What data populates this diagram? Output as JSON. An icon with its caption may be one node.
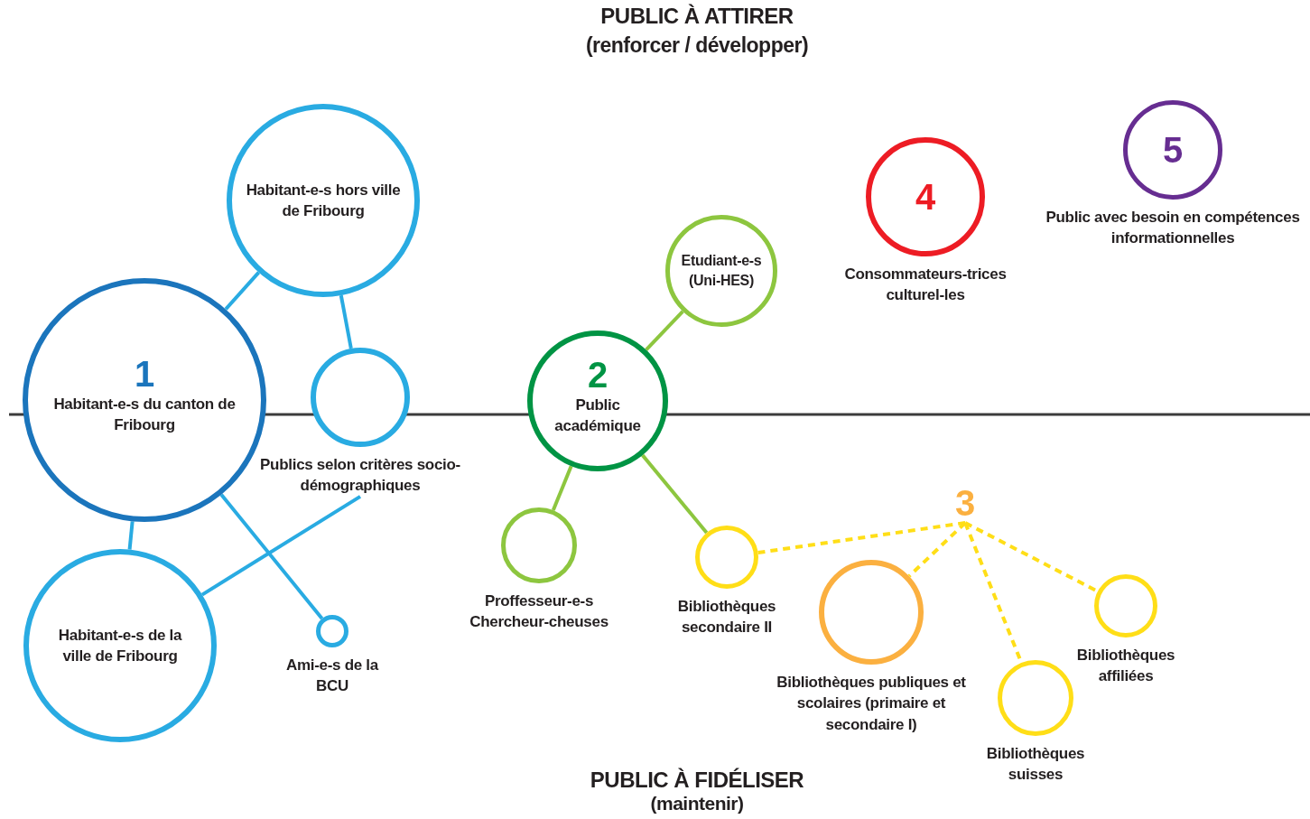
{
  "diagram": {
    "nodes": [
      {
        "text": [
          "1",
          "Habitant-e-s du canton de Fribourg"
        ]
      },
      {
        "text": [
          "Habitant-e-s hors ville de Fribourg"
        ]
      },
      {
        "text": [
          "Publics selon critères socio-démographiques"
        ]
      },
      {
        "text": [
          "Habitant-e-s de la ville de Fribourg"
        ]
      },
      {
        "text": [
          "Ami-e-s de la BCU"
        ]
      },
      {
        "text": [
          "2",
          "Public académique"
        ]
      },
      {
        "text": [
          "Etudiant-e-s (Uni-HES)"
        ]
      },
      {
        "text": [
          "Proffesseur-e-s Chercheur-cheuses"
        ]
      },
      {
        "text": [
          "Bibliothèques secondaire II"
        ]
      },
      {
        "text": [
          "3"
        ]
      },
      {
        "text": [
          "Bibliothèques publiques et scolaires (primaire et secondaire I)"
        ]
      },
      {
        "text": [
          "Bibliothèques suisses"
        ]
      },
      {
        "text": [
          "Bibliothèques affiliées"
        ]
      },
      {
        "text": [
          "4",
          "Consommateurs-trices culturel-les"
        ]
      },
      {
        "text": [
          "5",
          "Public avec besoin en compétences informationnelles"
        ]
      }
    ],
    "edges": [
      {
        "from": 0,
        "to": 1,
        "arrow": "none",
        "color": "#29abe2"
      },
      {
        "from": 1,
        "to": 2,
        "arrow": "none",
        "color": "#29abe2"
      },
      {
        "from": 0,
        "to": 3,
        "arrow": "none",
        "color": "#29abe2"
      },
      {
        "from": 0,
        "to": 4,
        "arrow": "none",
        "color": "#29abe2"
      },
      {
        "from": 3,
        "to": 2,
        "arrow": "none",
        "color": "#29abe2"
      },
      {
        "from": 5,
        "to": 6,
        "arrow": "none",
        "color": "#8dc63f"
      },
      {
        "from": 5,
        "to": 7,
        "arrow": "none",
        "color": "#8dc63f"
      },
      {
        "from": 5,
        "to": 8,
        "arrow": "none",
        "color": "#8dc63f"
      },
      {
        "from": 9,
        "to": 8,
        "arrow": "none",
        "style": "dashed",
        "color": "#ffde17"
      },
      {
        "from": 9,
        "to": 10,
        "arrow": "none",
        "style": "dashed",
        "color": "#ffde17"
      },
      {
        "from": 9,
        "to": 11,
        "arrow": "none",
        "style": "dashed",
        "color": "#ffde17"
      },
      {
        "from": 9,
        "to": 12,
        "arrow": "none",
        "style": "dashed",
        "color": "#ffde17"
      }
    ],
    "labels": [
      "PUBLIC À ATTIRER",
      "(renforcer / développer)",
      "PUBLIC À FIDÉLISER",
      "(maintenir)"
    ]
  }
}
